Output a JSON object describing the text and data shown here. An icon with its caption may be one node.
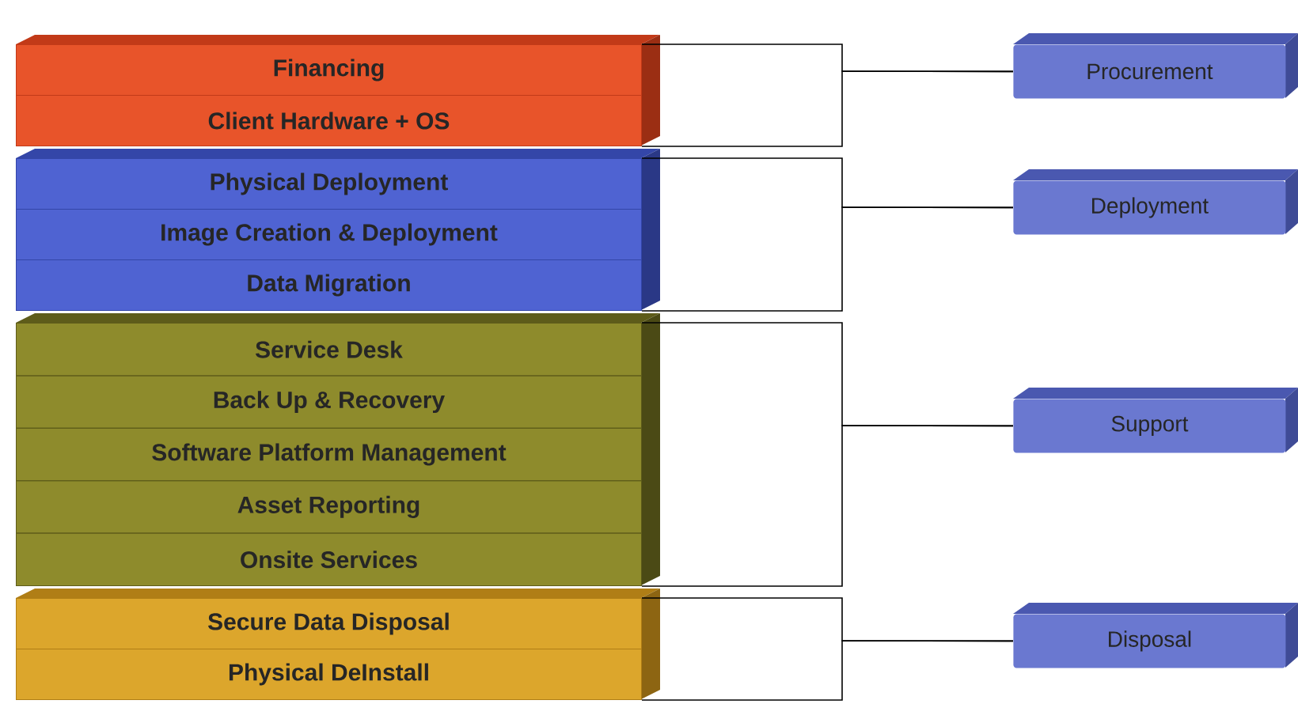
{
  "diagram": {
    "nodes": [
      {
        "text": [],
        "shape": "box"
      },
      {
        "text": [
          "Financing"
        ],
        "in": 0
      },
      {
        "text": [
          "Client Hardware + OS"
        ],
        "in": 0
      },
      {
        "text": [],
        "shape": "box"
      },
      {
        "text": [
          "Physical Deployment"
        ],
        "in": 3
      },
      {
        "text": [
          "Image Creation & Deployment"
        ],
        "in": 3
      },
      {
        "text": [
          "Data Migration"
        ],
        "in": 3
      },
      {
        "text": [],
        "shape": "box"
      },
      {
        "text": [
          "Service Desk"
        ],
        "in": 7
      },
      {
        "text": [
          "Back Up & Recovery"
        ],
        "in": 7
      },
      {
        "text": [
          "Software Platform Management"
        ],
        "in": 7
      },
      {
        "text": [
          "Asset Reporting"
        ],
        "in": 7
      },
      {
        "text": [
          "Onsite Services"
        ],
        "in": 7
      },
      {
        "text": [],
        "shape": "box"
      },
      {
        "text": [
          "Secure Data Disposal"
        ],
        "in": 13
      },
      {
        "text": [
          "Physical DeInstall"
        ],
        "in": 13
      },
      {
        "text": [
          "Procurement"
        ]
      },
      {
        "text": [
          "Deployment"
        ]
      },
      {
        "text": [
          "Support"
        ]
      },
      {
        "text": [
          "Disposal"
        ]
      }
    ],
    "edges": [
      {
        "from": 1,
        "to": 16,
        "arrow": "none"
      },
      {
        "from": 2,
        "to": 16,
        "arrow": "none"
      },
      {
        "from": 4,
        "to": 17,
        "arrow": "none"
      },
      {
        "from": 6,
        "to": 17,
        "arrow": "none"
      },
      {
        "from": 8,
        "to": 18,
        "arrow": "none"
      },
      {
        "from": 12,
        "to": 18,
        "arrow": "none"
      },
      {
        "from": 14,
        "to": 19,
        "arrow": "none"
      },
      {
        "from": 15,
        "to": 19,
        "arrow": "none"
      }
    ]
  }
}
